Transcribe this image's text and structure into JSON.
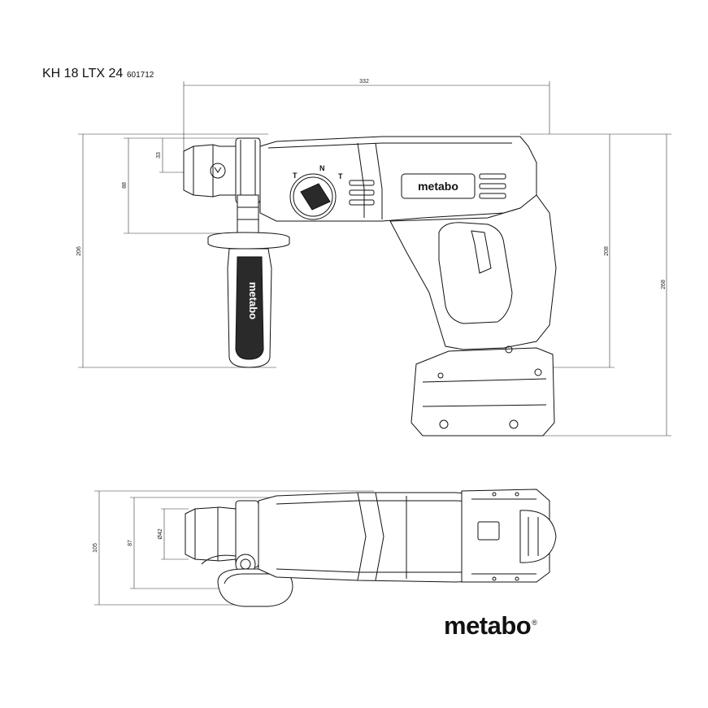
{
  "header": {
    "model": "KH 18 LTX 24",
    "article_number": "601712"
  },
  "dimensions": {
    "overall_length": "332",
    "chuck_offset": "33",
    "chuck_height": "88",
    "height_with_handle": "206",
    "height_body": "208",
    "total_height": "268",
    "top_width": "105",
    "top_width_inner": "87",
    "chuck_diameter": "Ø42"
  },
  "labels": {
    "body_logo": "metabo",
    "handle_logo": "metabo",
    "mode_T1": "T",
    "mode_N": "N",
    "mode_T": "T"
  },
  "brand": {
    "name": "metabo",
    "registered": "®"
  }
}
